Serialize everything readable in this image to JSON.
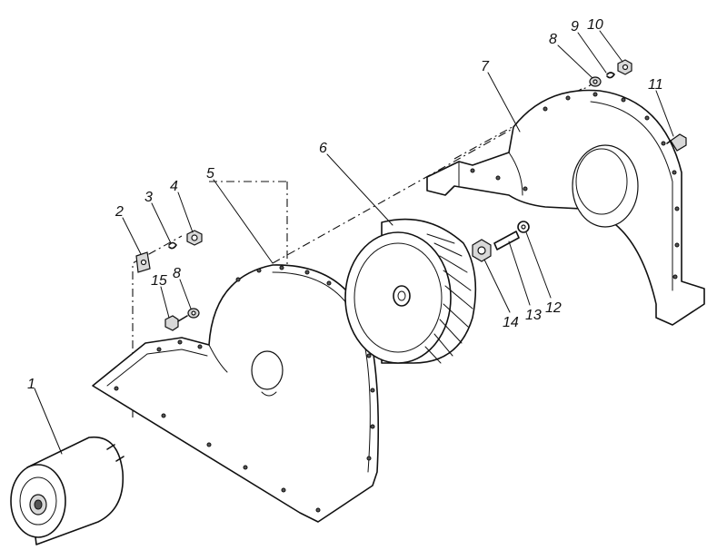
{
  "labels": {
    "p1": "1",
    "p2": "2",
    "p3": "3",
    "p4": "4",
    "p5": "5",
    "p6": "6",
    "p7": "7",
    "p8a": "8",
    "p8b": "8",
    "p9": "9",
    "p10": "10",
    "p11": "11",
    "p12": "12",
    "p13": "13",
    "p14": "14",
    "p15": "15"
  }
}
